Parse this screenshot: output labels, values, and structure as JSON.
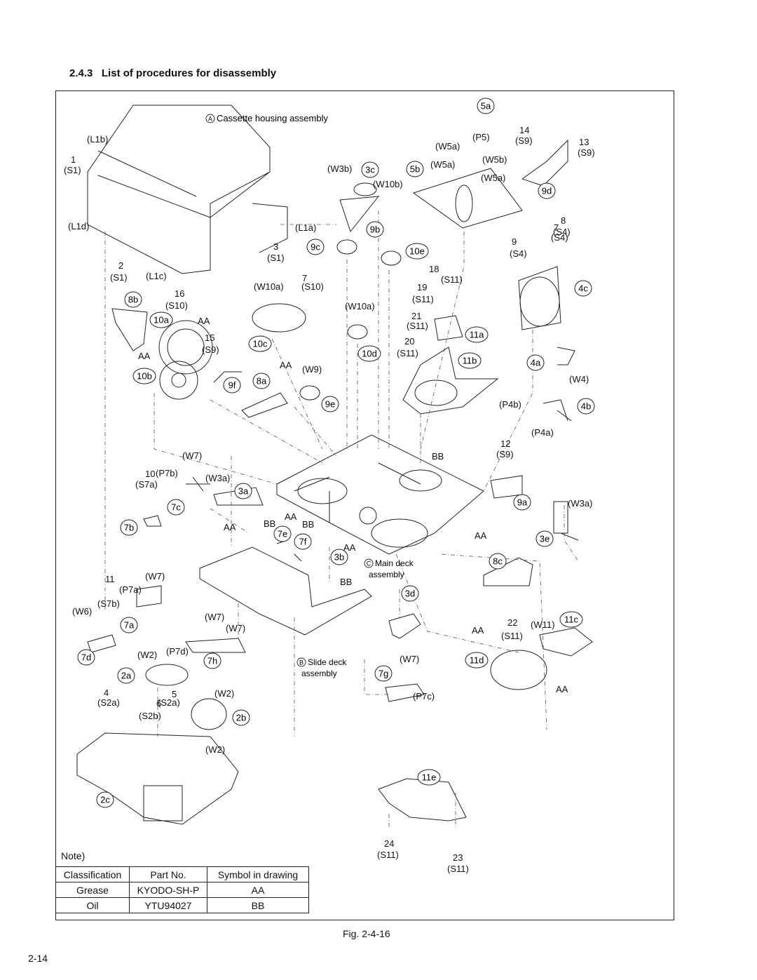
{
  "section": {
    "number": "2.4.3",
    "title": "List of procedures for disassembly"
  },
  "figure": {
    "caption": "Fig. 2-4-16"
  },
  "page": {
    "number": "2-14"
  },
  "assemblies": {
    "A": "Cassette housing assembly",
    "B": "Slide deck assembly",
    "C": "Main deck assembly"
  },
  "note": {
    "label": "Note)",
    "headers": [
      "Classification",
      "Part No.",
      "Symbol in drawing"
    ],
    "rows": [
      [
        "Grease",
        "KYODO-SH-P",
        "AA"
      ],
      [
        "Oil",
        "YTU94027",
        "BB"
      ]
    ]
  },
  "step_labels": [
    "5a",
    "5b",
    "3c",
    "9d",
    "9b",
    "9c",
    "10e",
    "4c",
    "8b",
    "10a",
    "10c",
    "10d",
    "11a",
    "11b",
    "4a",
    "4b",
    "10b",
    "9f",
    "8a",
    "9e",
    "3a",
    "7c",
    "7b",
    "7e",
    "7f",
    "3b",
    "9a",
    "3e",
    "8c",
    "3d",
    "7a",
    "11c",
    "7d",
    "7h",
    "2a",
    "7g",
    "11d",
    "2b",
    "2c",
    "11e"
  ],
  "part_labels": [
    "(L1b)",
    "1",
    "(S1)",
    "(L1d)",
    "(L1a)",
    "3",
    "(S1)",
    "2",
    "(S1)",
    "(L1c)",
    "(W3b)",
    "(W10b)",
    "(P5)",
    "(W5a)",
    "(W5a)",
    "(W5b)",
    "(W5a)",
    "14",
    "(S9)",
    "13",
    "(S9)",
    "7",
    "(S4)",
    "8",
    "(S4)",
    "9",
    "(S4)",
    "7",
    "(W10a)",
    "(S10)",
    "16",
    "(S10)",
    "AA",
    "AA",
    "15",
    "(S9)",
    "(W10a)",
    "18",
    "(S11)",
    "19",
    "(S11)",
    "21",
    "(S11)",
    "20",
    "(S11)",
    "AA",
    "(W9)",
    "(W4)",
    "(P4b)",
    "(P4a)",
    "12",
    "(S9)",
    "BB",
    "(W7)",
    "10",
    "(P7b)",
    "(S7a)",
    "(W3a)",
    "AA",
    "BB",
    "AA",
    "BB",
    "AA",
    "(W3a)",
    "AA",
    "BB",
    "(W7)",
    "11",
    "(P7a)",
    "(W6)",
    "(S7b)",
    "(W7)",
    "(W7)",
    "(W2)",
    "(P7d)",
    "AA",
    "22",
    "(W11)",
    "(S11)",
    "(W7)",
    "(W2)",
    "4",
    "(S2a)",
    "5",
    "6",
    "(S2a)",
    "(S2b)",
    "(P7c)",
    "AA",
    "(W2)",
    "24",
    "(S11)",
    "23",
    "(S11)"
  ]
}
